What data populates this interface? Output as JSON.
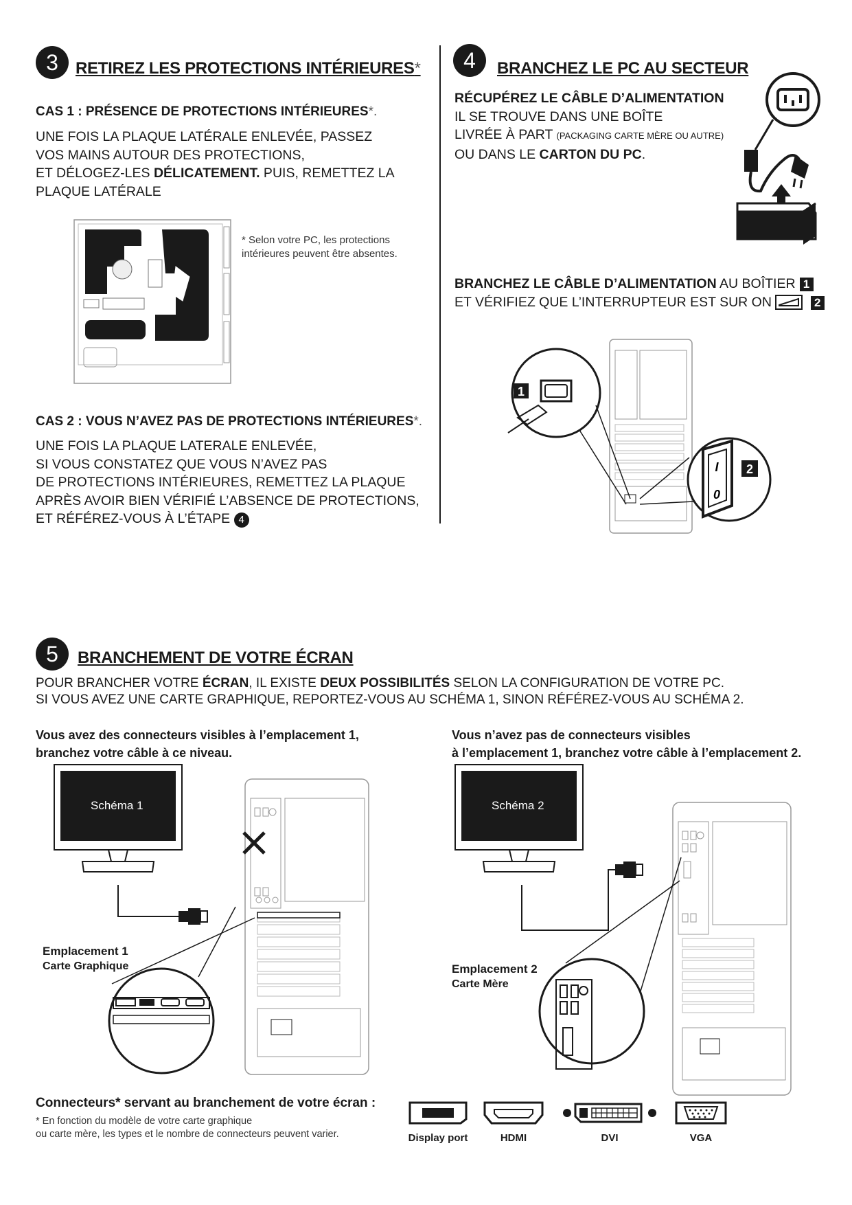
{
  "step3": {
    "number": "3",
    "title": "RETIREZ LES PROTECTIONS INTÉRIEURES",
    "title_asterisk": "*",
    "case1_title": "CAS 1 : PRÉSENCE DE PROTECTIONS INTÉRIEURES",
    "case1_title_asterisk": "*.",
    "case1_lines": [
      "UNE FOIS LA PLAQUE LATÉRALE ENLEVÉE, PASSEZ",
      "VOS MAINS AUTOUR DES PROTECTIONS,"
    ],
    "case1_line3_a": "ET DÉLOGEZ-LES ",
    "case1_line3_b": "DÉLICATEMENT.",
    "case1_line3_c": " PUIS, REMETTEZ LA",
    "case1_line4": "PLAQUE LATÉRALE",
    "note_line1": "* Selon votre PC, les protections",
    "note_line2": "intérieures peuvent être absentes.",
    "case2_title": "CAS 2 : VOUS N’AVEZ PAS DE PROTECTIONS INTÉRIEURES",
    "case2_title_asterisk": "*.",
    "case2_lines": [
      "UNE FOIS LA PLAQUE LATERALE ENLEVÉE,",
      "SI VOUS CONSTATEZ QUE VOUS N’AVEZ PAS",
      "DE PROTECTIONS INTÉRIEURES, REMETTEZ LA PLAQUE",
      "APRÈS AVOIR BIEN VÉRIFIÉ L’ABSENCE DE PROTECTIONS,"
    ],
    "case2_last": "ET RÉFÉREZ-VOUS À L’ÉTAPE",
    "case2_step_ref": "4"
  },
  "step4": {
    "number": "4",
    "title": "BRANCHEZ LE PC AU SECTEUR",
    "line1": "RÉCUPÉREZ LE CÂBLE D’ALIMENTATION",
    "line2": "IL SE TROUVE DANS UNE BOÎTE",
    "line3_a": "LIVRÉE À PART ",
    "line3_small": "(PACKAGING CARTE MÈRE OU AUTRE)",
    "line4_a": "OU DANS LE ",
    "line4_b": "CARTON DU PC",
    "line4_c": ".",
    "line5_a": "BRANCHEZ LE CÂBLE D’ALIMENTATION",
    "line5_b": " AU BOÎTIER",
    "line6": "ET VÉRIFIEZ QUE L’INTERRUPTEUR EST SUR ON",
    "badge1": "1",
    "badge2": "2",
    "switch_on": "I",
    "switch_off": "0"
  },
  "step5": {
    "number": "5",
    "title": "BRANCHEMENT DE VOTRE ÉCRAN",
    "intro1_a": "POUR BRANCHER VOTRE ",
    "intro1_b": "ÉCRAN",
    "intro1_c": ", IL EXISTE  ",
    "intro1_d": "DEUX POSSIBILITÉS",
    "intro1_e": " SELON LA CONFIGURATION DE VOTRE PC.",
    "intro2": "SI VOUS AVEZ UNE CARTE GRAPHIQUE, REPORTEZ-VOUS AU SCHÉMA 1, SINON RÉFÉREZ-VOUS AU SCHÉMA 2.",
    "left_heading1": "Vous avez des connecteurs visibles à l’emplacement 1,",
    "left_heading2": "branchez votre câble à ce niveau.",
    "right_heading1": "Vous n’avez pas de connecteurs visibles",
    "right_heading2": "à l’emplacement 1, branchez votre câble à l’emplacement 2.",
    "screen1": "Schéma 1",
    "screen2": "Schéma 2",
    "loc1_title": "Emplacement 1",
    "loc1_sub": "Carte Graphique",
    "loc2_title": "Emplacement 2",
    "loc2_sub": "Carte Mère",
    "connectors_title": "Connecteurs* servant au branchement de votre écran :",
    "connectors_note1": "* En fonction du modèle de votre carte graphique",
    "connectors_note2": "ou carte mère, les types et le nombre de connecteurs peuvent varier.",
    "connectors": [
      "Display port",
      "HDMI",
      "DVI",
      "VGA"
    ]
  }
}
